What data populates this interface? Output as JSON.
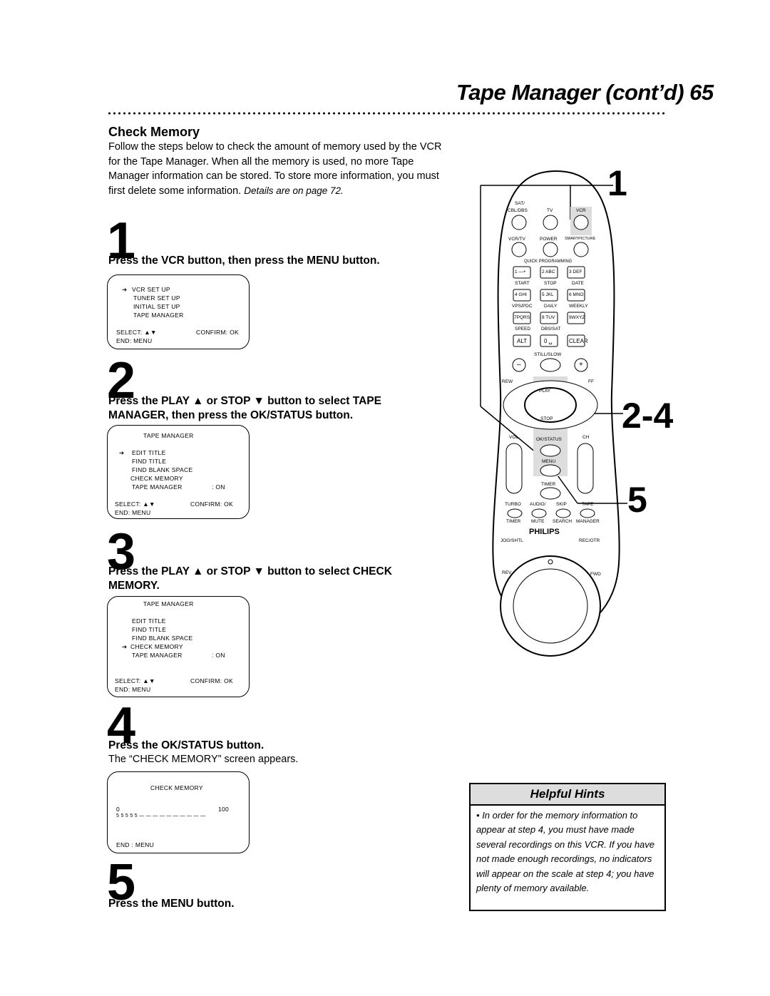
{
  "page_header": "Tape Manager (cont’d) 65",
  "section_title": "Check Memory",
  "intro": {
    "text": "Follow the steps below to check the amount of memory used by the VCR for the Tape Manager. When all the memory is used, no more Tape Manager information can be stored. To store more information, you must first delete some information.",
    "details": "Details are on page 72."
  },
  "steps": [
    {
      "number": "1",
      "text": "Press the VCR button, then press the MENU button."
    },
    {
      "number": "2",
      "text": "Press the PLAY ▲ or STOP ▼ button to select TAPE MANAGER, then press the OK/STATUS button."
    },
    {
      "number": "3",
      "text": "Press the PLAY ▲ or STOP ▼ button to select CHECK MEMORY."
    },
    {
      "number": "4",
      "text": "Press the OK/STATUS button.",
      "sub": "The “CHECK MEMORY” screen appears."
    },
    {
      "number": "5",
      "text": "Press the MENU button."
    }
  ],
  "screens": {
    "s1": {
      "arrow": "➔",
      "items": [
        "VCR SET UP",
        "TUNER SET UP",
        "INITIAL SET UP",
        "TAPE MANAGER"
      ],
      "select": "SELECT: ▲▼",
      "confirm": "CONFIRM: OK",
      "end": "END: MENU"
    },
    "s2": {
      "title": "TAPE MANAGER",
      "arrow": "➔",
      "items": [
        "EDIT TITLE",
        "FIND TITLE",
        "FIND BLANK SPACE",
        "CHECK MEMORY",
        "TAPE MANAGER"
      ],
      "on": ": ON",
      "select": "SELECT: ▲▼",
      "confirm": "CONFIRM: OK",
      "end": "END: MENU"
    },
    "s3": {
      "title": "TAPE MANAGER",
      "arrow": "➔",
      "items": [
        "EDIT TITLE",
        "FIND TITLE",
        "FIND BLANK SPACE",
        "CHECK MEMORY",
        "TAPE MANAGER"
      ],
      "on": ": ON",
      "select": "SELECT: ▲▼",
      "confirm": "CONFIRM: OK",
      "end": "END: MENU"
    },
    "s4": {
      "title": "CHECK MEMORY",
      "min": "0",
      "max": "100",
      "scale": "5 5 5 5 5 — — — — — — — — — —",
      "end": "END : MENU"
    }
  },
  "hints": {
    "title": "Helpful Hints",
    "bullet": "•",
    "text": "In order for the memory information to appear at step 4, you must have made several recordings on this VCR. If you have not made enough recordings, no indicators will appear on the scale at step 4; you have plenty of memory available."
  },
  "callouts": {
    "c1": "1",
    "c24": "2-4",
    "c5": "5"
  },
  "remote": {
    "sat": "SAT/",
    "cbl": "CBL/DBS",
    "tv": "TV",
    "vcr": "VCR",
    "vcrtv": "VCR/TV",
    "power": "POWER",
    "smart": "SMARTPICTURE",
    "quick": "QUICK PROGRAMMING",
    "keys": [
      "1 —+",
      "2 ABC",
      "3 DEF",
      "4 GHI",
      "5 JKL",
      "6 MNO",
      "7PQRS",
      "8 TUV",
      "9WXYZ",
      "ALT",
      "0 ␣",
      "CLEAR"
    ],
    "row1": [
      "START",
      "STOP",
      "DATE"
    ],
    "row2": [
      "VPS/PDC",
      "DAILY",
      "WEEKLY"
    ],
    "row3": [
      "SPEED",
      "DBS/SAT",
      ""
    ],
    "still": "STILL/SLOW",
    "minus": "–",
    "plus": "+",
    "rew": "REW",
    "ff": "FF",
    "play": "PLAY",
    "stop": "STOP",
    "vol": "VOL",
    "ch": "CH",
    "ok": "OK/STATUS",
    "menu": "MENU",
    "timer": "TIMER",
    "b1": [
      "TURBO",
      "AUDIO/",
      "SKIP",
      "TAPE"
    ],
    "b2": [
      "TIMER",
      "MUTE",
      "SEARCH",
      "MANAGER"
    ],
    "brand": "PHILIPS",
    "jog": "JOG/SHTL",
    "otr": "REC/OTR",
    "rev": "REV",
    "fwd": "FWD"
  }
}
